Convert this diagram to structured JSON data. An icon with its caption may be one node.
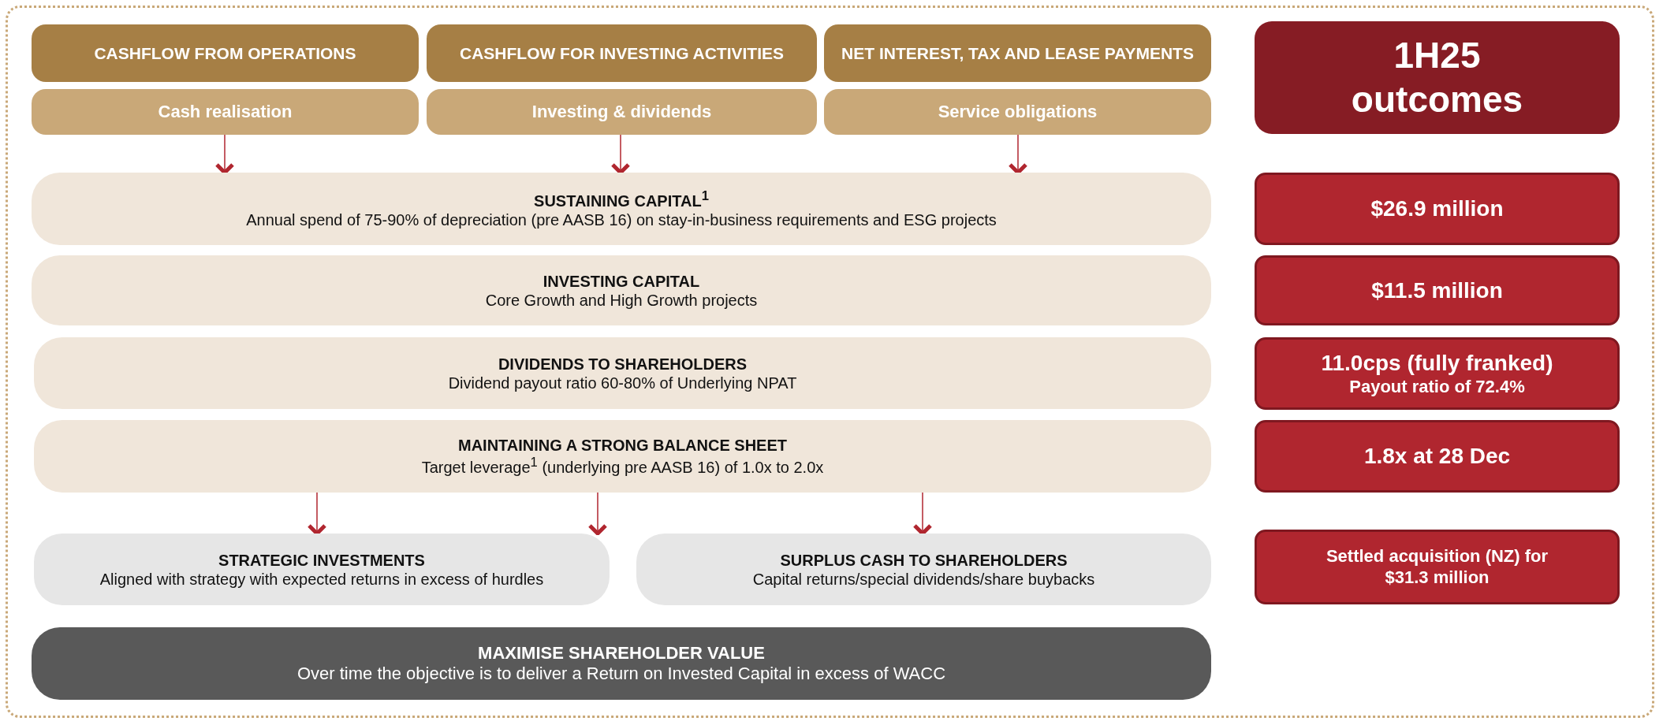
{
  "diagram": {
    "nodes": [
      {
        "text": [
          "CASHFLOW FROM OPERATIONS"
        ]
      },
      {
        "text": [
          "CASHFLOW FOR INVESTING ACTIVITIES"
        ]
      },
      {
        "text": [
          "NET INTEREST, TAX AND LEASE PAYMENTS"
        ]
      },
      {
        "text": [
          "Cash realisation"
        ]
      },
      {
        "text": [
          "Investing & dividends"
        ]
      },
      {
        "text": [
          "Service obligations"
        ]
      },
      {
        "text": [
          "SUSTAINING CAPITAL$^{1}$",
          "Annual spend of 75-90% of depreciation (pre AASB 16) on stay-in-business requirements and ESG projects"
        ]
      },
      {
        "text": [
          "INVESTING CAPITAL",
          "Core Growth and High Growth projects"
        ]
      },
      {
        "text": [
          "DIVIDENDS TO SHAREHOLDERS",
          "Dividend payout ratio 60-80% of Underlying NPAT"
        ]
      },
      {
        "text": [
          "MAINTAINING A STRONG BALANCE SHEET",
          "Target leverage$^{1}$ (underlying pre AASB 16) of 1.0x to 2.0x"
        ]
      },
      {
        "text": [
          "STRATEGIC INVESTMENTS",
          "Aligned with strategy with expected returns in excess of hurdles"
        ]
      },
      {
        "text": [
          "SURPLUS CASH TO SHAREHOLDERS",
          "Capital returns/special dividends/share buybacks"
        ]
      },
      {
        "text": [
          "MAXIMISE SHAREHOLDER VALUE",
          "Over time the objective is to deliver a Return on Invested Capital in excess of WACC"
        ]
      },
      {
        "text": [
          "1H25 outcomes"
        ]
      },
      {
        "text": [
          "$26.9 million"
        ]
      },
      {
        "text": [
          "$11.5 million"
        ]
      },
      {
        "text": [
          "11.0cps (fully franked)",
          "Payout ratio of 72.4%"
        ]
      },
      {
        "text": [
          "1.8x at 28 Dec"
        ]
      },
      {
        "text": [
          "Settled acquisition (NZ) for $31.3 million"
        ]
      }
    ],
    "edges": [
      {
        "from": 3,
        "to": 6,
        "arrow": "to"
      },
      {
        "from": 4,
        "to": 6,
        "arrow": "to"
      },
      {
        "from": 5,
        "to": 6,
        "arrow": "to"
      },
      {
        "from": 9,
        "to": 10,
        "arrow": "to"
      },
      {
        "from": 9,
        "to": 10,
        "arrow": "to"
      },
      {
        "from": 9,
        "to": 11,
        "arrow": "to"
      }
    ]
  }
}
